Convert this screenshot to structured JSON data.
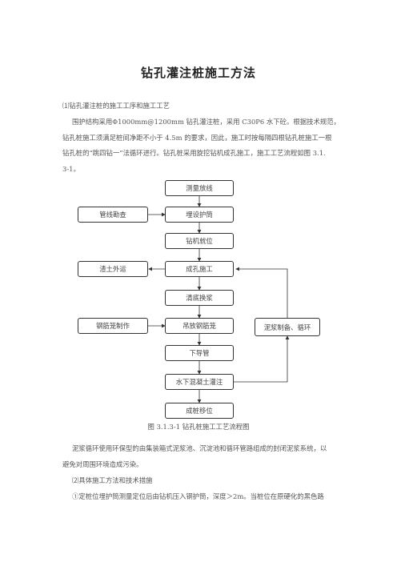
{
  "title": "钻孔灌注桩施工方法",
  "section1_heading": "⑴钻孔灌注桩的施工工序和施工工艺",
  "para1": {
    "line1": "围护结构采用Φ1000mm@1200mm 钻孔灌注桩，采用 C30P6 水下砼。根据技术规范，",
    "line2": "钻孔桩施工须满足桩间净距不小于 4.5m 的要求，因此，施工时按每隔四根钻孔桩施工一根",
    "line3": "钻孔桩的“跳四钻一”法循环进行。钻孔桩采用旋挖钻机成孔施工，施工工艺流程如图 3.1.",
    "line4": "3-1。"
  },
  "flowchart": {
    "main_steps": [
      "测量放线",
      "埋设护筒",
      "钻机就位",
      "成孔施工",
      "清底换浆",
      "吊放钢筋笼",
      "下导管",
      "水下混凝土灌注",
      "成桩移位"
    ],
    "side_left": [
      "管线勘查",
      "渣土外运",
      "钢筋笼制作"
    ],
    "side_right": "泥浆制备、循环"
  },
  "caption": "图 3.1.3-1  钻孔桩施工工艺流程图",
  "para2": {
    "line1": "泥浆循环使用环保型的由集装箱式泥浆池、沉淀池和循环管路组成的封闭泥浆系统，以",
    "line2": "避免对周围环境造成污染。"
  },
  "section2_heading": "⑵具体施工方法和技术措施",
  "para3_line1": "①定桩位埋护筒测量定位后由钻机压入钢护筒，深度＞2m。当桩位在原硬化的黑色路"
}
